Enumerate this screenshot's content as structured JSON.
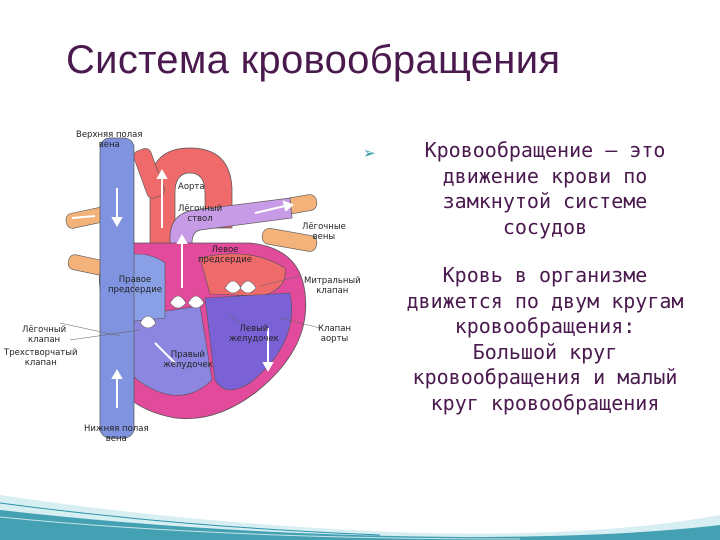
{
  "slide": {
    "title": "Система кровообращения"
  },
  "definition": {
    "text": "Кровообращение – это\nдвижение крови по\nзамкнутой системе\nсосудов"
  },
  "circles": {
    "text": "Кровь в организме\nдвижется по двум кругам\nкровообращения:\nБольшой круг\nкровообращения и малый\nкруг кровообращения"
  },
  "diagram": {
    "labels": {
      "superior_vena_cava": "Верхняя полая\nвена",
      "aorta": "Аорта",
      "pulmonary_trunk": "Лёгочный\nствол",
      "pulmonary_veins": "Лёгочные\nвены",
      "left_atrium": "Левое\nпредсердие",
      "right_atrium": "Правое\nпредсердие",
      "mitral_valve": "Митральный\nклапан",
      "pulmonary_valve": "Лёгочный\nклапан",
      "tricuspid_valve": "Трехстворчатый\nклапан",
      "aortic_valve": "Клапан\nаорты",
      "left_ventricle": "Левый\nжелудочек",
      "right_ventricle": "Правый\nжелудочек",
      "inferior_vena_cava": "Нижняя полая\nвена"
    }
  },
  "colors": {
    "title": "#4a1a4e",
    "text": "#4a1a4e",
    "bullet": "#2a93a8",
    "vein_blue": "#7f93e0",
    "artery_red": "#ef6a6a",
    "pulmonary_purple": "#c79be6",
    "heart_pink": "#e24a9b",
    "ventricle_violet": "#7a62d6",
    "pulmonary_vein_orange": "#f2b27a",
    "accent_teal": "#2a93a8"
  }
}
